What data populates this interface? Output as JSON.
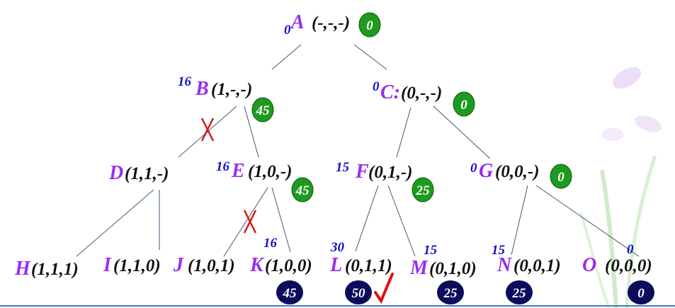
{
  "tree": {
    "nodes": [
      {
        "id": "A",
        "letter": "A",
        "tuple": "(-,-,-)",
        "bound": "0",
        "value": "0",
        "value_style": "green"
      },
      {
        "id": "B",
        "letter": "B",
        "tuple": "(1,-,-)",
        "bound": "16",
        "value": "45",
        "value_style": "green"
      },
      {
        "id": "C",
        "letter": "C:",
        "tuple": "(0,-,-)",
        "bound": "0",
        "value": "0",
        "value_style": "green"
      },
      {
        "id": "D",
        "letter": "D",
        "tuple": "(1,1,-)",
        "bound": null,
        "value": null,
        "pruned": true
      },
      {
        "id": "E",
        "letter": "E",
        "tuple": "(1,0,-)",
        "bound": "16",
        "value": "45",
        "value_style": "green"
      },
      {
        "id": "F",
        "letter": "F",
        "tuple": "(0,1,-)",
        "bound": "15",
        "value": "25",
        "value_style": "green"
      },
      {
        "id": "G",
        "letter": "G",
        "tuple": "(0,0,-)",
        "bound": "0",
        "value": "0",
        "value_style": "green"
      },
      {
        "id": "H",
        "letter": "H",
        "tuple": "(1,1,1)",
        "bound": null,
        "value": null
      },
      {
        "id": "I",
        "letter": "I",
        "tuple": "(1,1,0)",
        "bound": null,
        "value": null
      },
      {
        "id": "J",
        "letter": "J",
        "tuple": "(1,0,1)",
        "bound": null,
        "value": null,
        "pruned": true
      },
      {
        "id": "K",
        "letter": "K",
        "tuple": "(1,0,0)",
        "bound": "16",
        "value": "45",
        "value_style": "navy"
      },
      {
        "id": "L",
        "letter": "L",
        "tuple": "(0,1,1)",
        "bound": "30",
        "value": "50",
        "value_style": "navy",
        "optimal": true
      },
      {
        "id": "M",
        "letter": "M",
        "tuple": "(0,1,0)",
        "bound": "15",
        "value": "25",
        "value_style": "navy"
      },
      {
        "id": "N",
        "letter": "N",
        "tuple": "(0,0,1)",
        "bound": "15",
        "value": "25",
        "value_style": "navy"
      },
      {
        "id": "O",
        "letter": "O",
        "tuple": "(0,0,0)",
        "bound": "0",
        "value": "0",
        "value_style": "navy"
      }
    ],
    "edges": [
      [
        "A",
        "B"
      ],
      [
        "A",
        "C"
      ],
      [
        "B",
        "D"
      ],
      [
        "B",
        "E"
      ],
      [
        "C",
        "F"
      ],
      [
        "C",
        "G"
      ],
      [
        "D",
        "H"
      ],
      [
        "D",
        "I"
      ],
      [
        "E",
        "J"
      ],
      [
        "E",
        "K"
      ],
      [
        "F",
        "L"
      ],
      [
        "F",
        "M"
      ],
      [
        "G",
        "N"
      ],
      [
        "G",
        "O"
      ]
    ],
    "pruned_edges": [
      [
        "B",
        "D"
      ],
      [
        "E",
        "J"
      ]
    ]
  },
  "colors": {
    "letter": "#9a2cf0",
    "tuple": "#111111",
    "bound": "#1010c8",
    "green": "#1e9a1e",
    "navy": "#0c0c5c",
    "prune": "#d01818",
    "check": "#e01010",
    "rule": "#3a7fc0"
  }
}
